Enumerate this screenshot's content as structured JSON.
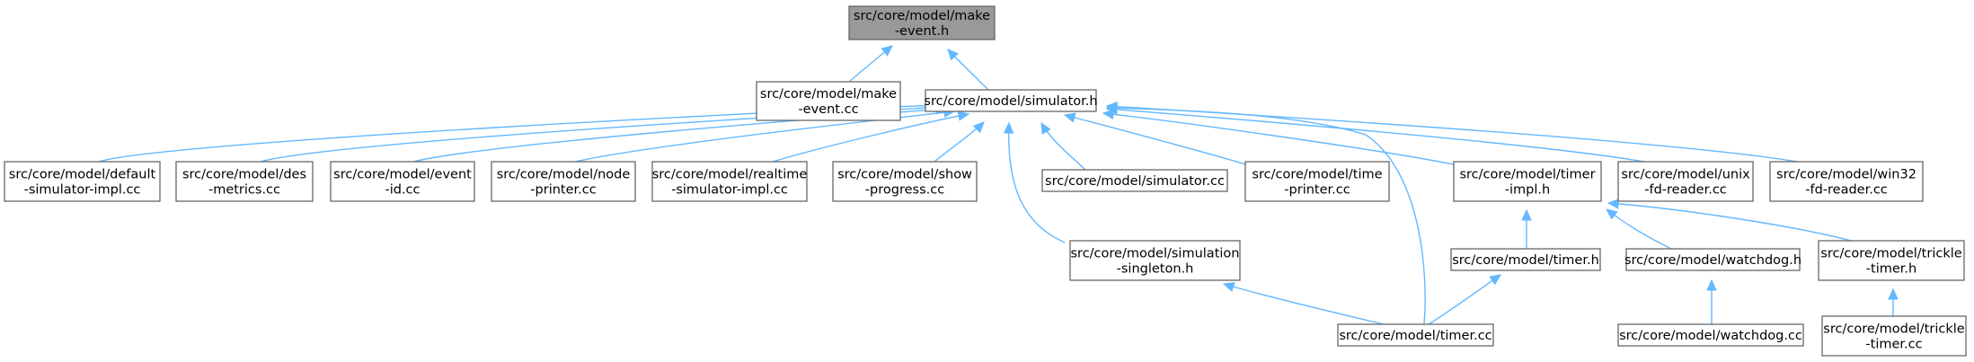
{
  "diagram": {
    "nodes": [
      {
        "id": "make_event_h",
        "lines": [
          "src/core/model/make",
          "-event.h"
        ],
        "root": true
      },
      {
        "id": "make_event_cc",
        "lines": [
          "src/core/model/make",
          "-event.cc"
        ]
      },
      {
        "id": "simulator_h",
        "lines": [
          "src/core/model/simulator.h"
        ]
      },
      {
        "id": "default_sim",
        "lines": [
          "src/core/model/default",
          "-simulator-impl.cc"
        ]
      },
      {
        "id": "des_metrics",
        "lines": [
          "src/core/model/des",
          "-metrics.cc"
        ]
      },
      {
        "id": "event_id",
        "lines": [
          "src/core/model/event",
          "-id.cc"
        ]
      },
      {
        "id": "node_printer",
        "lines": [
          "src/core/model/node",
          "-printer.cc"
        ]
      },
      {
        "id": "realtime_sim",
        "lines": [
          "src/core/model/realtime",
          "-simulator-impl.cc"
        ]
      },
      {
        "id": "show_progress",
        "lines": [
          "src/core/model/show",
          "-progress.cc"
        ]
      },
      {
        "id": "simulator_cc",
        "lines": [
          "src/core/model/simulator.cc"
        ]
      },
      {
        "id": "time_printer",
        "lines": [
          "src/core/model/time",
          "-printer.cc"
        ]
      },
      {
        "id": "timer_impl_h",
        "lines": [
          "src/core/model/timer",
          "-impl.h"
        ]
      },
      {
        "id": "unix_fd",
        "lines": [
          "src/core/model/unix",
          "-fd-reader.cc"
        ]
      },
      {
        "id": "win32_fd",
        "lines": [
          "src/core/model/win32",
          "-fd-reader.cc"
        ]
      },
      {
        "id": "sim_singleton",
        "lines": [
          "src/core/model/simulation",
          "-singleton.h"
        ]
      },
      {
        "id": "timer_h",
        "lines": [
          "src/core/model/timer.h"
        ]
      },
      {
        "id": "watchdog_h",
        "lines": [
          "src/core/model/watchdog.h"
        ]
      },
      {
        "id": "trickle_h",
        "lines": [
          "src/core/model/trickle",
          "-timer.h"
        ]
      },
      {
        "id": "timer_cc",
        "lines": [
          "src/core/model/timer.cc"
        ]
      },
      {
        "id": "watchdog_cc",
        "lines": [
          "src/core/model/watchdog.cc"
        ]
      },
      {
        "id": "trickle_cc",
        "lines": [
          "src/core/model/trickle",
          "-timer.cc"
        ]
      }
    ],
    "edges": [
      {
        "from": "make_event_cc",
        "to": "make_event_h"
      },
      {
        "from": "simulator_h",
        "to": "make_event_h"
      },
      {
        "from": "default_sim",
        "to": "simulator_h"
      },
      {
        "from": "des_metrics",
        "to": "simulator_h"
      },
      {
        "from": "event_id",
        "to": "simulator_h"
      },
      {
        "from": "node_printer",
        "to": "simulator_h"
      },
      {
        "from": "realtime_sim",
        "to": "simulator_h"
      },
      {
        "from": "show_progress",
        "to": "simulator_h"
      },
      {
        "from": "simulator_cc",
        "to": "simulator_h"
      },
      {
        "from": "time_printer",
        "to": "simulator_h"
      },
      {
        "from": "timer_impl_h",
        "to": "simulator_h"
      },
      {
        "from": "unix_fd",
        "to": "simulator_h"
      },
      {
        "from": "win32_fd",
        "to": "simulator_h"
      },
      {
        "from": "sim_singleton",
        "to": "simulator_h"
      },
      {
        "from": "timer_cc",
        "to": "simulator_h"
      },
      {
        "from": "timer_h",
        "to": "timer_impl_h"
      },
      {
        "from": "watchdog_h",
        "to": "timer_impl_h"
      },
      {
        "from": "trickle_h",
        "to": "timer_impl_h"
      },
      {
        "from": "timer_cc",
        "to": "sim_singleton"
      },
      {
        "from": "timer_cc",
        "to": "timer_h"
      },
      {
        "from": "watchdog_cc",
        "to": "watchdog_h"
      },
      {
        "from": "trickle_cc",
        "to": "trickle_h"
      }
    ]
  }
}
